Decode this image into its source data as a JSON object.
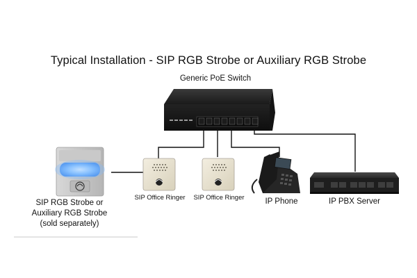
{
  "title": "Typical Installation - SIP RGB Strobe or Auxiliary RGB Strobe",
  "devices": {
    "switch": {
      "label": "Generic PoE Switch"
    },
    "strobe": {
      "line1": "SIP RGB Strobe or",
      "line2": "Auxiliary RGB Strobe",
      "line3": "(sold separately)"
    },
    "ringer1": {
      "label": "SIP Office Ringer"
    },
    "ringer2": {
      "label": "SIP Office Ringer"
    },
    "phone": {
      "label": "IP Phone"
    },
    "pbx": {
      "label": "IP PBX Server"
    }
  },
  "colors": {
    "strobe_glow": "#6fb3ff",
    "device_body": "#2a2a2a",
    "ringer_body": "#e8e2cf"
  }
}
